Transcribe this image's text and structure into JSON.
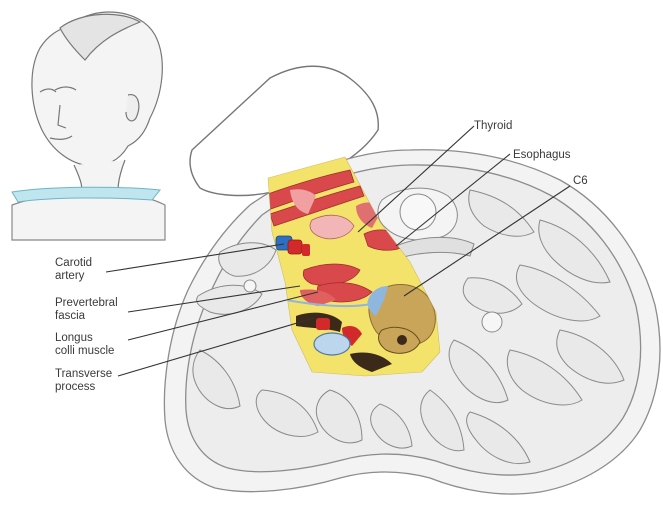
{
  "labels": {
    "thyroid": "Thyroid",
    "esophagus": "Esophagus",
    "c6": "C6",
    "carotid": [
      "Carotid",
      "artery"
    ],
    "prevertebral": [
      "Prevertebral",
      "fascia"
    ],
    "longus": [
      "Longus",
      "colli muscle"
    ],
    "transverse": [
      "Transverse",
      "process"
    ]
  },
  "colors": {
    "outline": "#8c8c8c",
    "skin_fill": "#f2f2f2",
    "muscle_fill": "#e9e9e9",
    "yellow_fat": "#f3e36a",
    "muscle_red": "#d9484a",
    "artery_red": "#d22a2a",
    "vein_blue": "#2f6fc0",
    "vertebra_tan": "#c9a55a",
    "fascia_blue": "#8fb7de",
    "probe_plane": "#bfe6ef"
  },
  "icons": {
    "head": "head-profile-illustration",
    "probe": "ultrasound-probe"
  }
}
